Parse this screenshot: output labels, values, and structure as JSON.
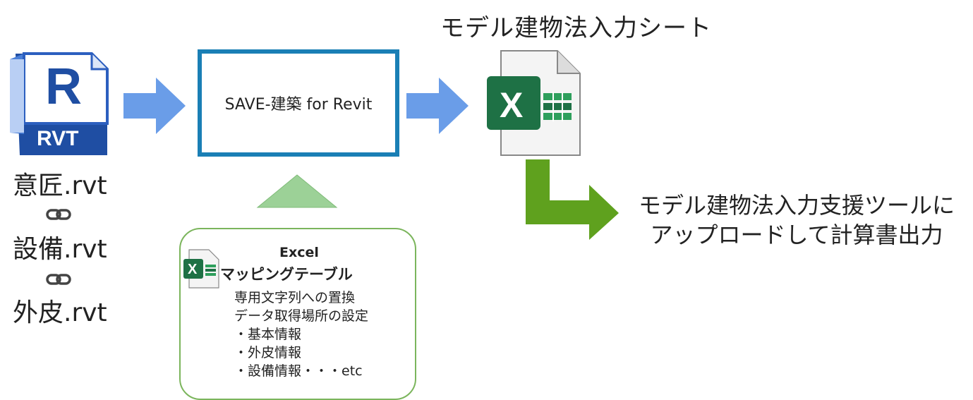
{
  "rvt_icon": {
    "letter": "R",
    "badge": "RVT",
    "color": "#1f4ea3"
  },
  "rvt_files": [
    {
      "name": "意匠.rvt"
    },
    {
      "name": "設備.rvt"
    },
    {
      "name": "外皮.rvt"
    }
  ],
  "process": {
    "label": "SAVE-建築 for Revit",
    "border_color": "#1a7fb5"
  },
  "excel_output": {
    "title": "モデル建物法入力シート",
    "letter": "X"
  },
  "output_text": {
    "line1": "モデル建物法入力支援ツールに",
    "line2": "アップロードして計算書出力"
  },
  "mapping": {
    "title_line1": "Excel",
    "title_line2": "マッピングテーブル",
    "lines": [
      "専用文字列への置換",
      "データ取得場所の設定",
      "・基本情報",
      "・外皮情報",
      "・設備情報・・・etc"
    ],
    "letter": "X"
  },
  "colors": {
    "blue_arrow": "#6a9de8",
    "green_arrow": "#5fa11e",
    "triangle": "#9cd197",
    "excel_green": "#1e7145"
  }
}
